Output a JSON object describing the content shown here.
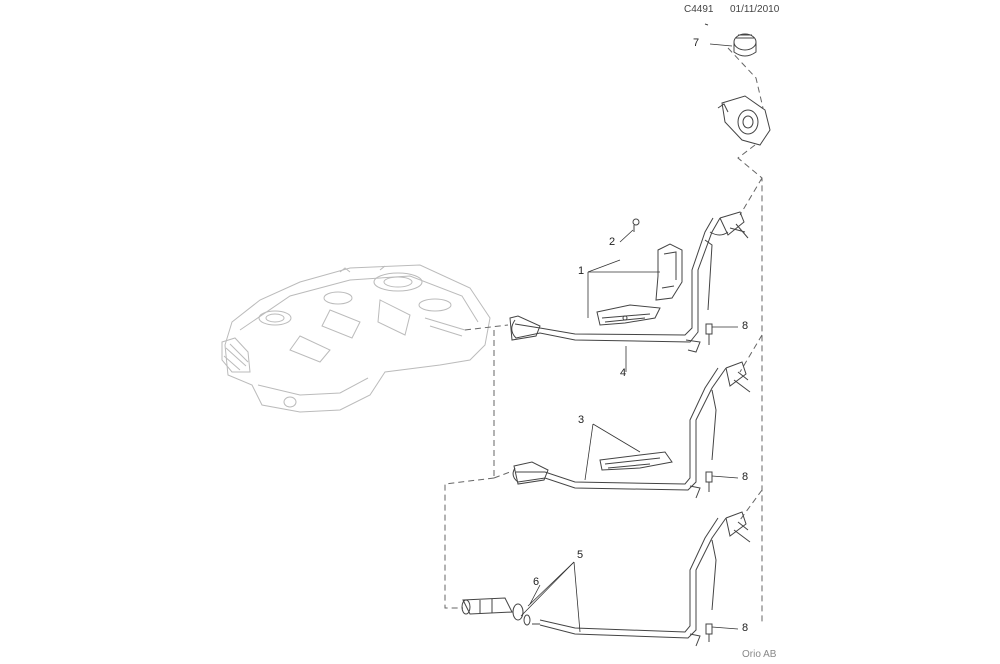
{
  "header": {
    "code": "C4491",
    "date": "01/11/2010"
  },
  "callouts": {
    "c1": "1",
    "c2": "2",
    "c3": "3",
    "c4": "4",
    "c5": "5",
    "c6": "6",
    "c7": "7",
    "c8a": "8",
    "c8b": "8",
    "c8c": "8"
  },
  "footer": {
    "brand": "Orio AB"
  }
}
